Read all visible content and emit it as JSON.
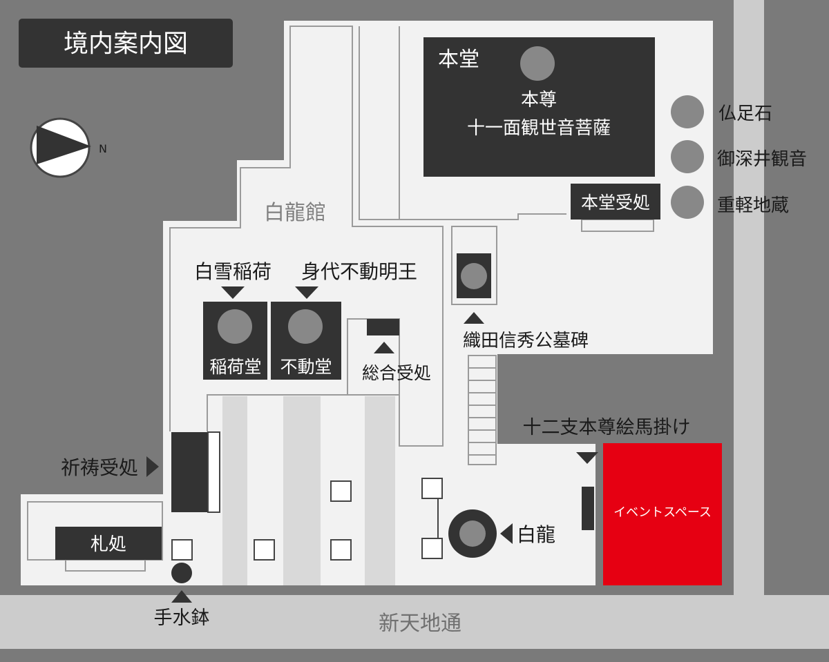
{
  "title": "境内案内図",
  "compass": {
    "label": "N"
  },
  "street": "新天地通",
  "buildings": {
    "hakuryukan": "白龍館",
    "hondo": "本堂",
    "honzon_title": "本尊",
    "honzon_name": "十一面観世音菩薩",
    "hondo_uketsuke": "本堂受処",
    "inari_do": "稲荷堂",
    "fudo_do": "不動堂",
    "fuda_dokoro": "札処"
  },
  "labels": {
    "busshoku_seki": "仏足石",
    "mifukai_kannon": "御深井観音",
    "jukaru_jizo": "重軽地蔵",
    "shirayuki_inari": "白雪稲荷",
    "migawari_fudo": "身代不動明王",
    "sogo_uketsuke": "総合受処",
    "oda_nobuhide": "織田信秀公墓碑",
    "juunishi_ema": "十二支本尊絵馬掛け",
    "kito_uketsuke": "祈祷受処",
    "hakuryu": "白龍",
    "chozubachi": "手水鉢",
    "event_space": "イベントスペース"
  },
  "colors": {
    "background": "#7a7a7a",
    "grounds": "#f2f2f2",
    "building": "#333333",
    "circle": "#888888",
    "street": "#cccccc",
    "event": "#e60012",
    "stripe": "#d9d9d9"
  }
}
